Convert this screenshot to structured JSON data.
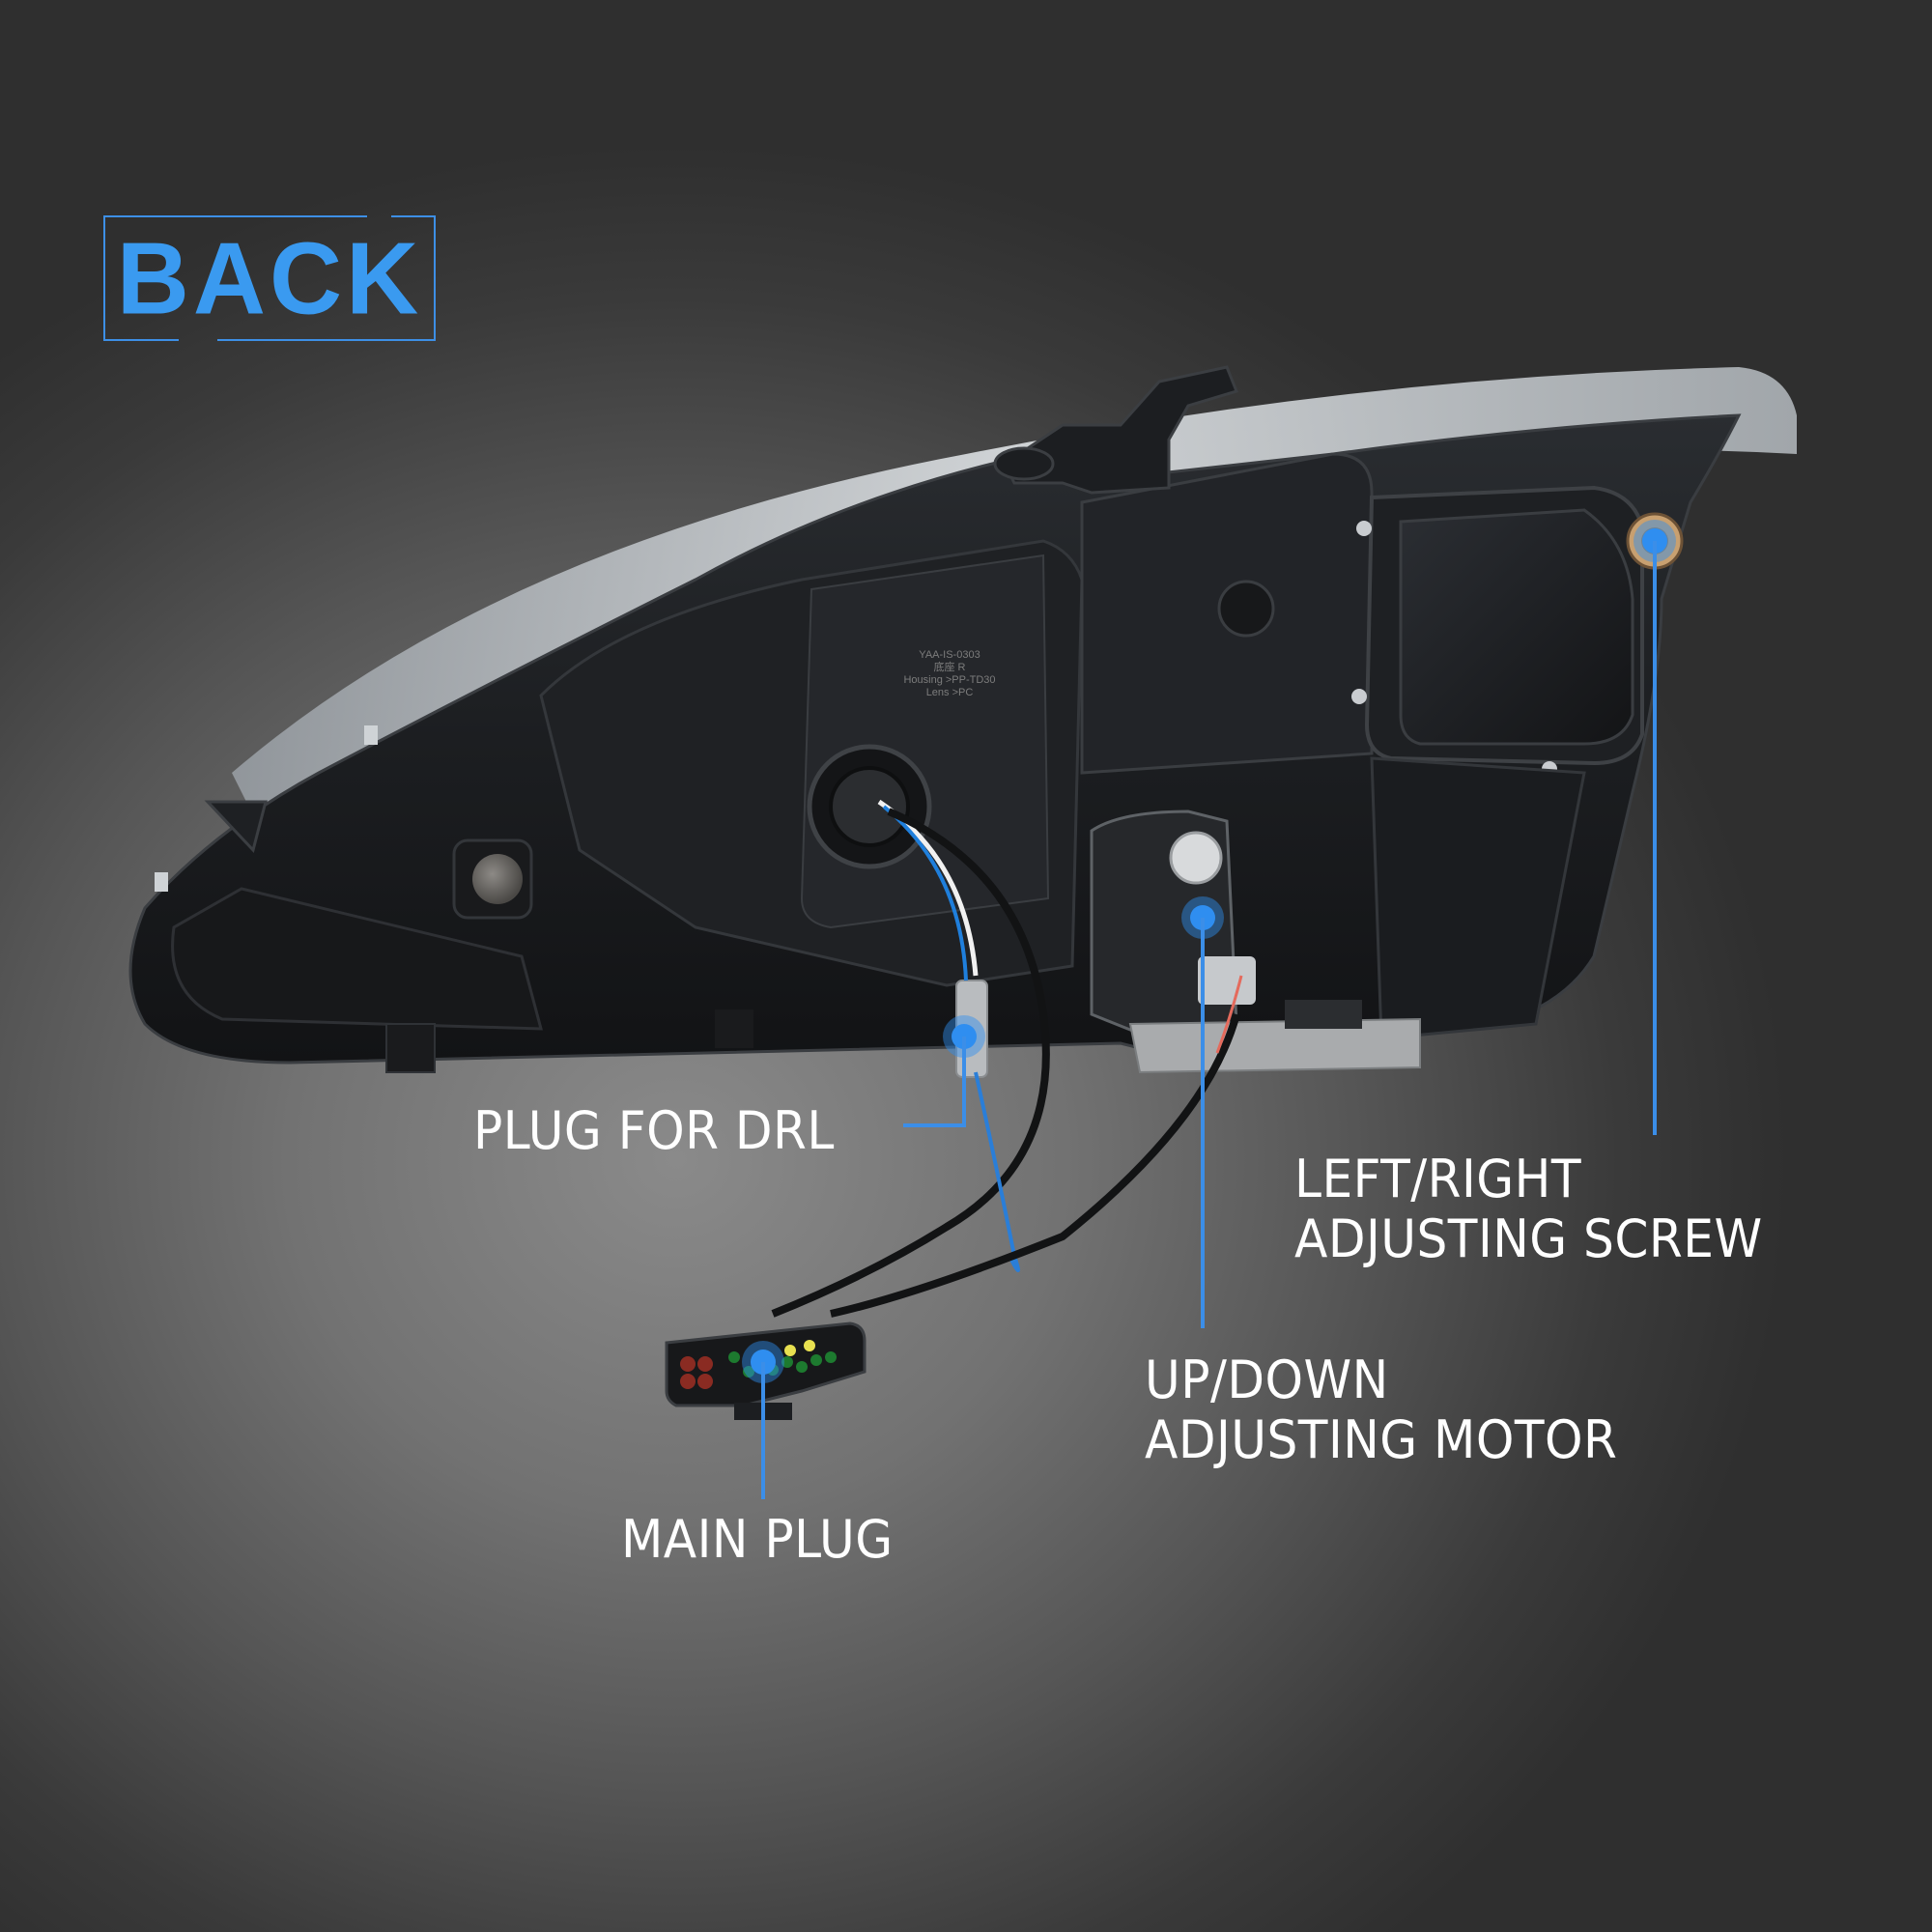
{
  "badge": {
    "title": "BACK",
    "color": "#3a9af0"
  },
  "product": {
    "name": "headlight-assembly-rear-view",
    "housing_markings": [
      "YAA-IS-0303",
      "底座 R",
      "Housing >PP-TD30",
      "Lens >PC"
    ]
  },
  "callouts": [
    {
      "id": "plug-for-drl",
      "lines": [
        "PLUG FOR DRL"
      ],
      "icon": "blue-dot-marker"
    },
    {
      "id": "left-right-adjusting-screw",
      "lines": [
        "LEFT/RIGHT",
        "ADJUSTING SCREW"
      ],
      "icon": "blue-dot-marker"
    },
    {
      "id": "up-down-adjusting-motor",
      "lines": [
        "UP/DOWN",
        "ADJUSTING MOTOR"
      ],
      "icon": "blue-dot-marker"
    },
    {
      "id": "main-plug",
      "lines": [
        "MAIN PLUG"
      ],
      "icon": "blue-dot-marker"
    }
  ],
  "colors": {
    "accent": "#3a9af0",
    "leader_line": "#3b8ee8",
    "label_text": "#ffffff",
    "background_center": "#8a8a8a",
    "background_edge": "#2f2f2f",
    "housing": "#1b1d20"
  }
}
